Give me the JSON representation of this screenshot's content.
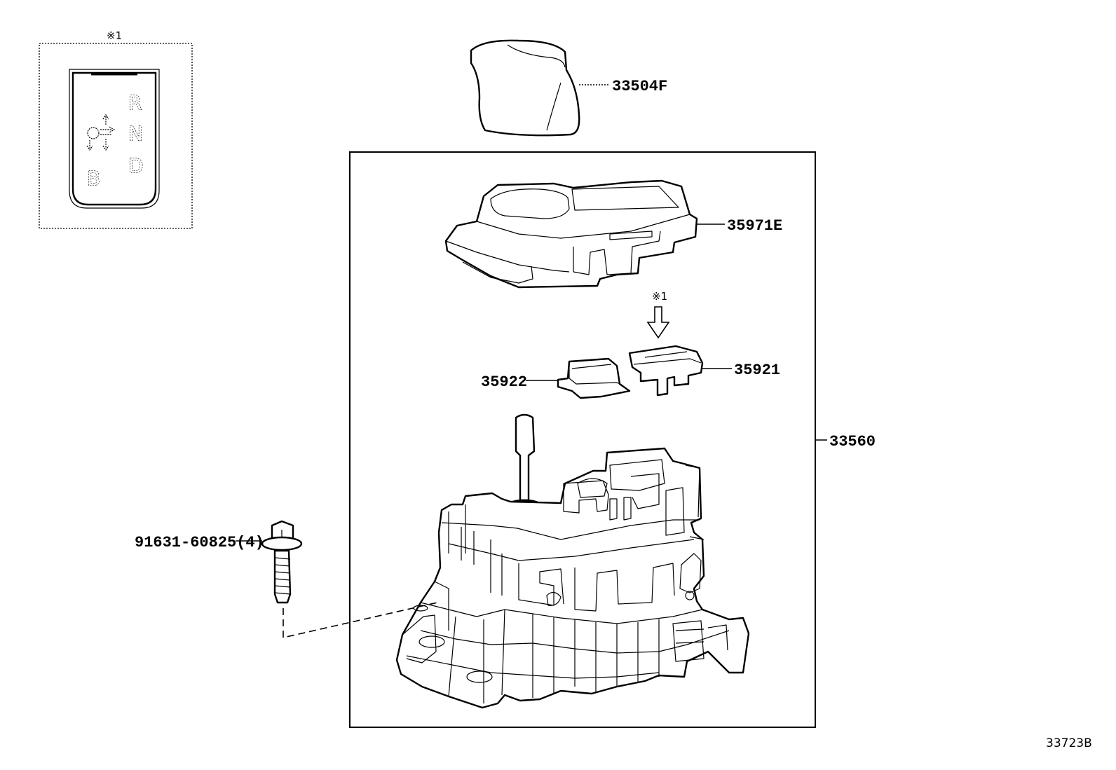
{
  "inset": {
    "note": "※1",
    "gate_letters": {
      "r": "R",
      "n": "N",
      "d": "D",
      "b": "B"
    },
    "icon": "shift-pattern-icon"
  },
  "parts": {
    "knob": "33504F",
    "bezel": "35971E",
    "plate_left": "35922",
    "plate_right": "35921",
    "assembly": "33560",
    "bolt": "91631-60825(4)"
  },
  "arrow_note": "※1",
  "drawing_ref": "33723B"
}
